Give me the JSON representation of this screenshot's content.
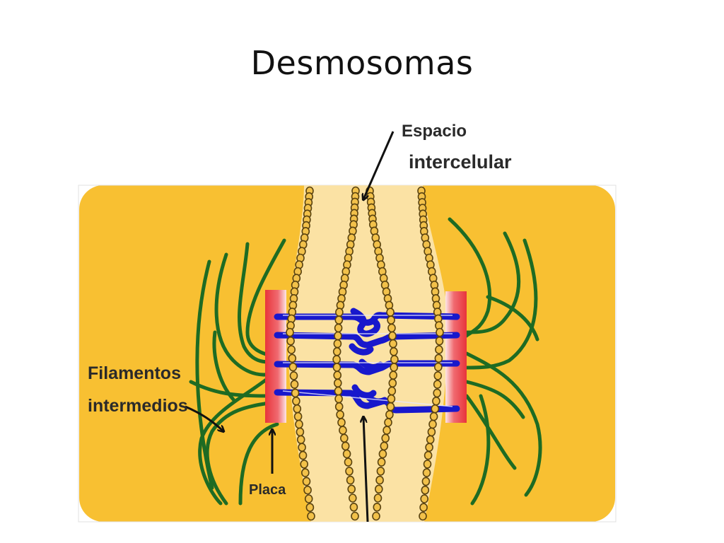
{
  "slide": {
    "title": "Desmosomas"
  },
  "diagram": {
    "labels": {
      "intercellular_space_line1": "Espacio",
      "intercellular_space_line2": "intercelular",
      "filaments_line1": "Filamentos",
      "filaments_line2": "intermedios",
      "plaque": "Placa"
    },
    "colors": {
      "cytoplasm": "#f8c032",
      "filaments": "#1e6b23",
      "plaque": "#e8343b",
      "cadherins": "#1818cc",
      "membrane_beads": "#c79a1c",
      "arrow": "#111111"
    },
    "icons": [
      "arrow-icon"
    ]
  }
}
